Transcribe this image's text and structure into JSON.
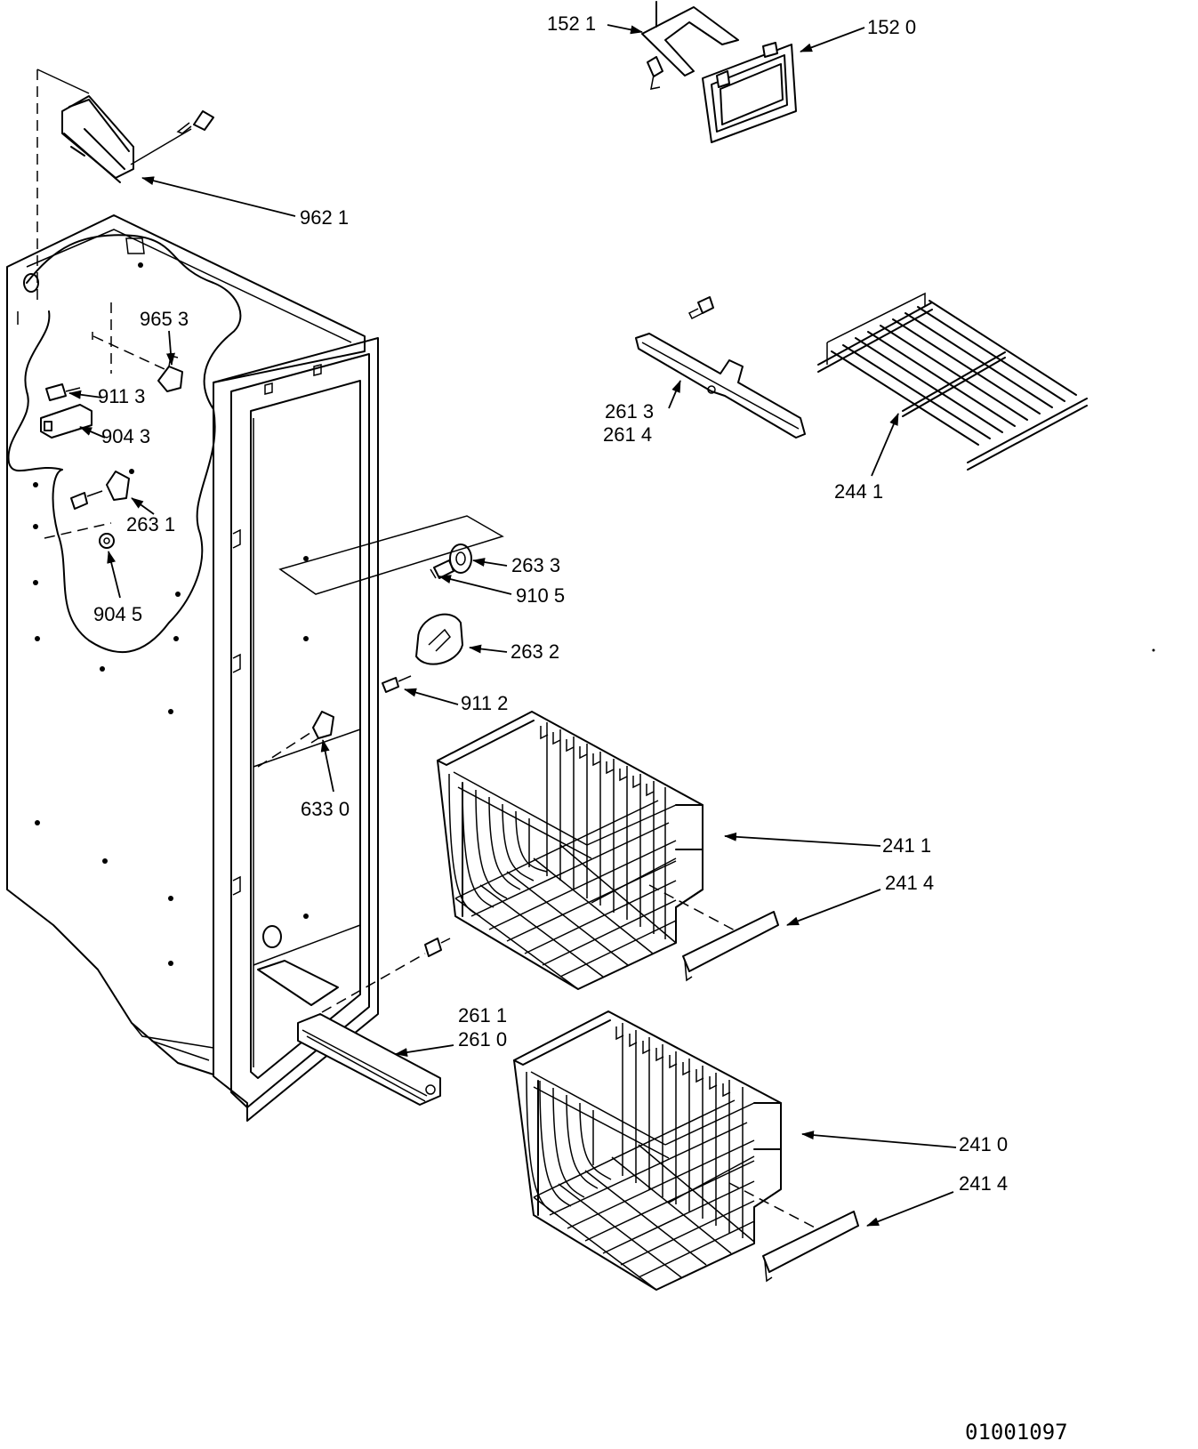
{
  "parts": {
    "p1521": "152 1",
    "p1520": "152 0",
    "p9621": "962 1",
    "p9653": "965 3",
    "p9113": "911 3",
    "p9043": "904 3",
    "p2631": "263 1",
    "p9045": "904 5",
    "p2613": "261 3",
    "p2614": "261 4",
    "p2441": "244 1",
    "p2633": "263  3",
    "p9105": "910 5",
    "p2632": "263  2",
    "p9112": "911 2",
    "p6330": "633 0",
    "p2411": "241 1",
    "p2414a": "241 4",
    "p2611": "261 1",
    "p2610": "261  0",
    "p2410": "241 0",
    "p2414b": "241 4"
  },
  "drawing_number": "01001097",
  "colors": {
    "line": "#000000",
    "background": "#ffffff"
  }
}
